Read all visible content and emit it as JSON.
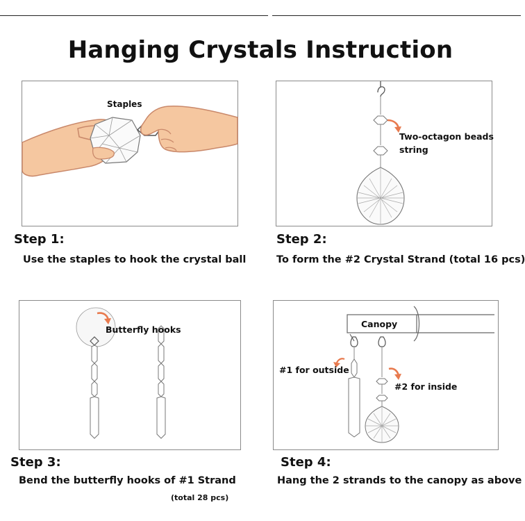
{
  "title": "Hanging Crystals Instruction",
  "colors": {
    "accent": "#e87a4e",
    "skin": "#f5c7a0",
    "skin_outline": "#c9886a",
    "frame": "#8a8a8a"
  },
  "steps": [
    {
      "heading": "Step 1:",
      "description": "Use the staples to hook the crystal ball",
      "labels": {
        "staples": "Staples"
      }
    },
    {
      "heading": "Step 2:",
      "description": "To form the #2 Crystal Strand (total 16 pcs)",
      "labels": {
        "beads_line1": "Two-octagon beads",
        "beads_line2": "string"
      }
    },
    {
      "heading": "Step 3:",
      "description": "Bend the butterfly hooks of #1 Strand",
      "note": "(total 28 pcs)",
      "labels": {
        "hooks": "Butterfly hooks"
      }
    },
    {
      "heading": "Step 4:",
      "description": "Hang the 2 strands to the canopy as above",
      "labels": {
        "canopy": "Canopy",
        "outside": "#1 for outside",
        "inside": "#2 for inside"
      }
    }
  ]
}
